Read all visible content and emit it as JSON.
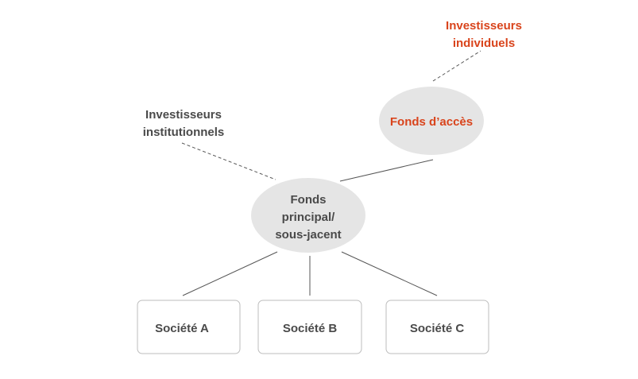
{
  "nodes": {
    "feeder_fund": {
      "label": "Fonds d’accès"
    },
    "master_fund": {
      "lines": [
        "Fonds",
        "principal/",
        "sous-jacent"
      ]
    },
    "individual_investors": {
      "lines": [
        "Investisseurs",
        "individuels"
      ]
    },
    "institutional_investors": {
      "lines": [
        "Investisseurs",
        "institutionnels"
      ]
    },
    "companies": [
      {
        "label": "Société A"
      },
      {
        "label": "Société B"
      },
      {
        "label": "Société C"
      }
    ]
  },
  "colors": {
    "accent": "#d9441c",
    "text": "#4a4a4a",
    "ellipse": "#e5e5e5"
  }
}
